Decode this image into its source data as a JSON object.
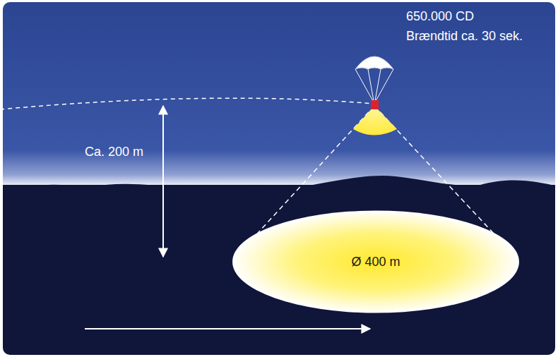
{
  "diagram": {
    "nodes": [
      {
        "text": [
          "Ø 400 m"
        ]
      }
    ],
    "labels": [
      "650.000 CD",
      "Brændtid ca. 30 sek.",
      "Ca. 200 m"
    ]
  }
}
